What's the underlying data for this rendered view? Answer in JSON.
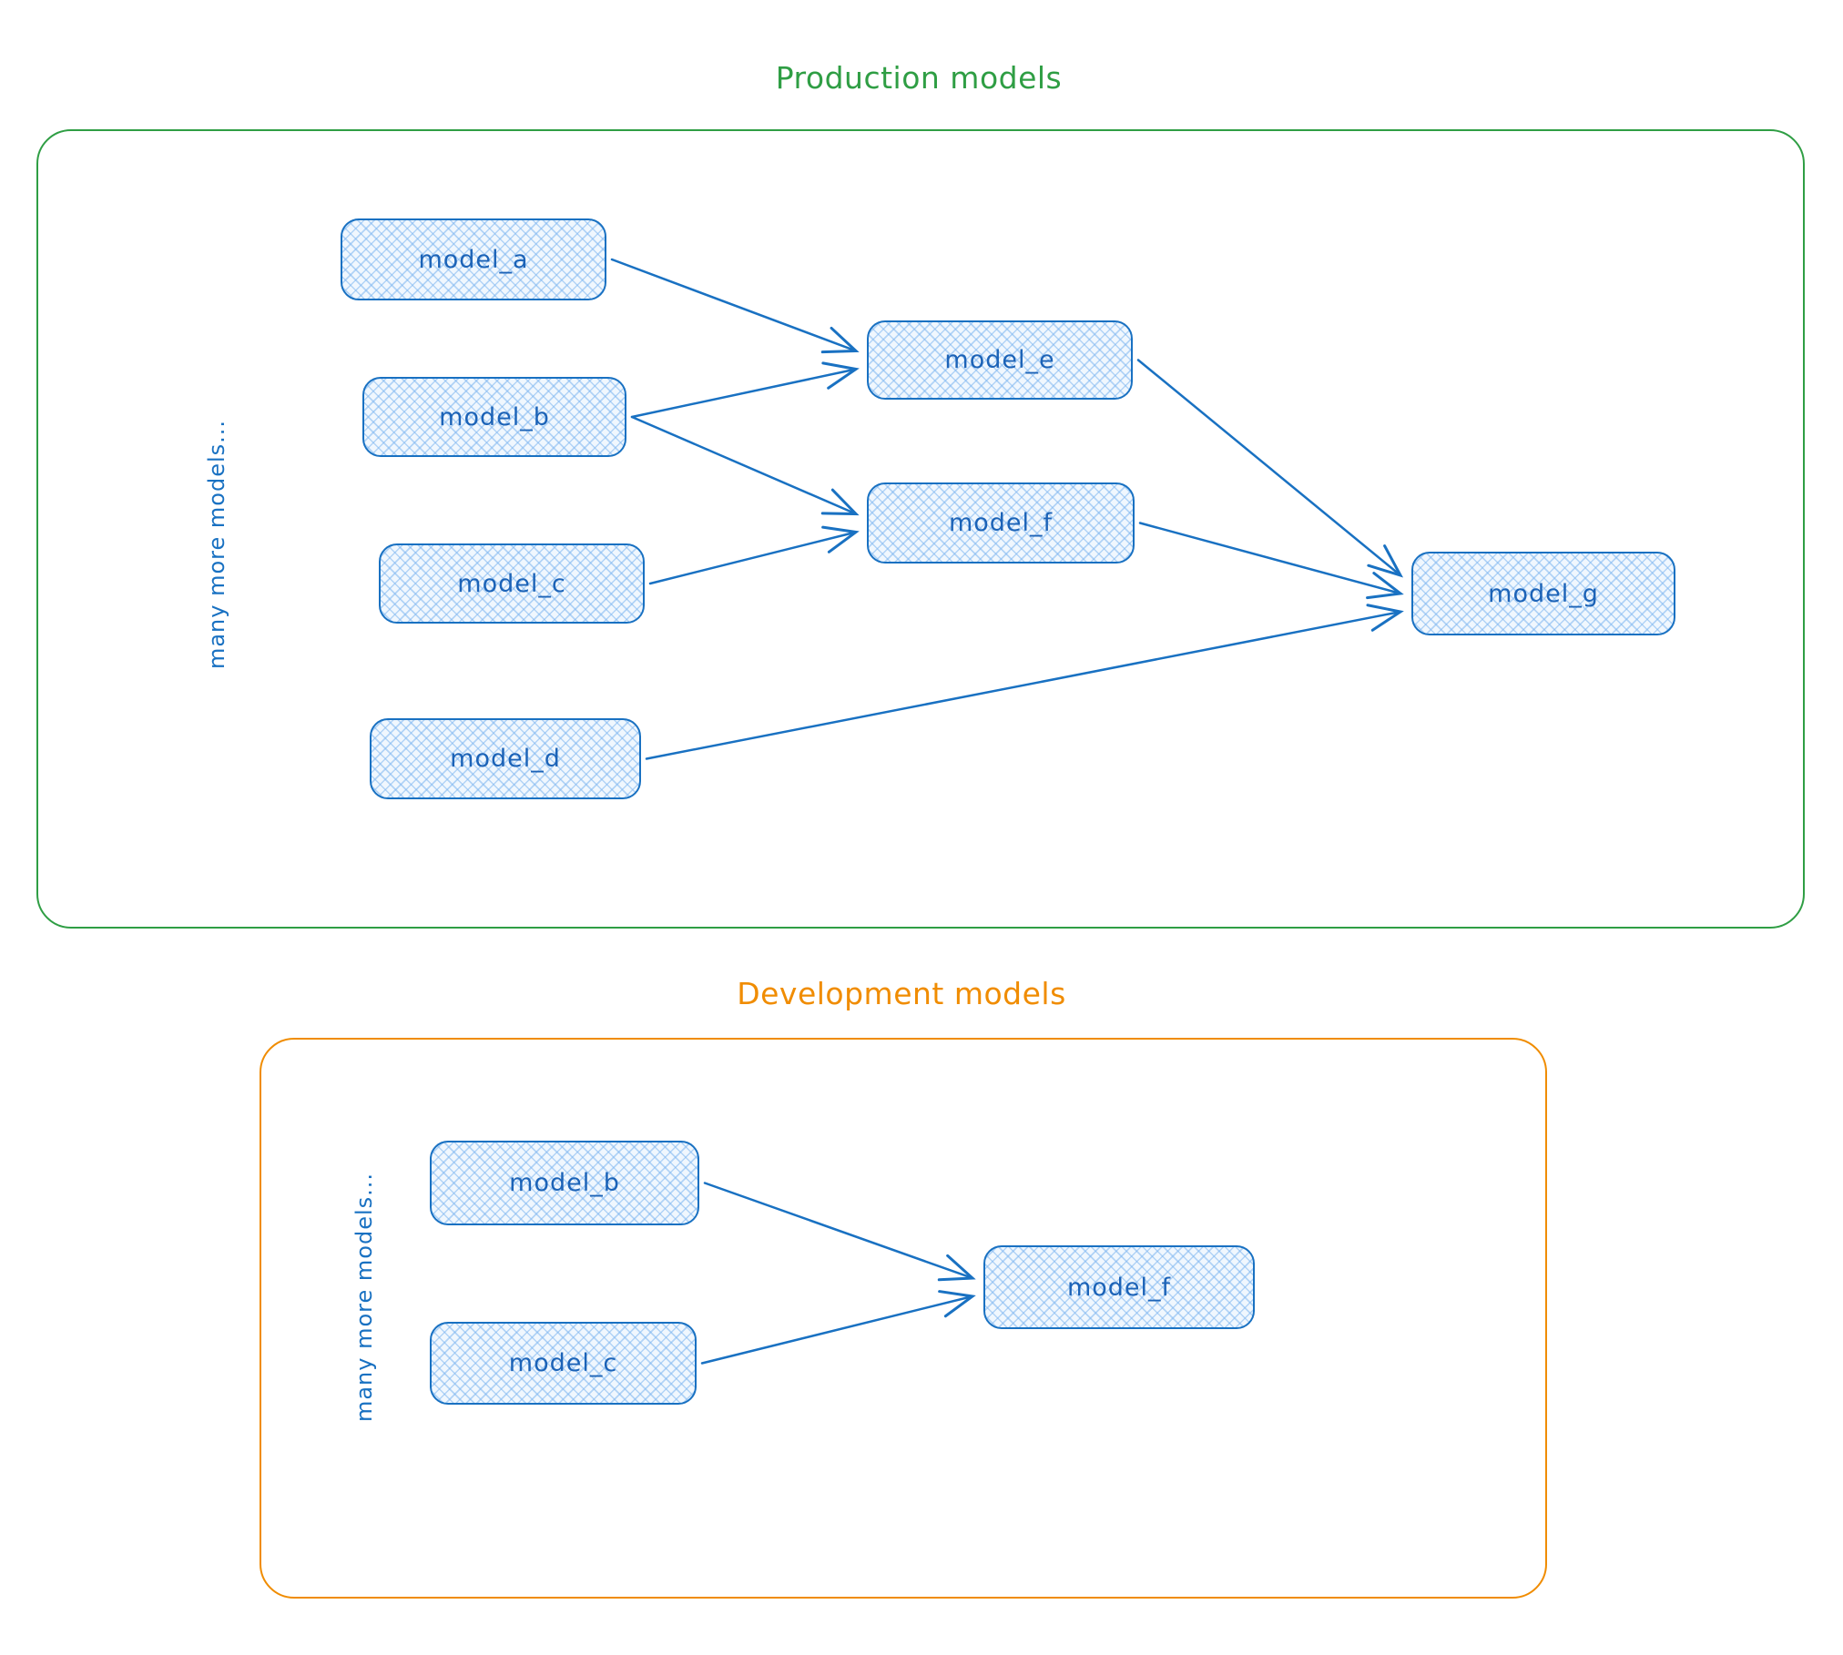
{
  "diagram": {
    "stroke_color": "#1971c2",
    "node_fill_color": "#a5d8ff",
    "production": {
      "title": "Production models",
      "accent_color": "#2f9e44",
      "side_label": "many more models...",
      "nodes": [
        {
          "id": "model_a",
          "label": "model_a"
        },
        {
          "id": "model_b",
          "label": "model_b"
        },
        {
          "id": "model_c",
          "label": "model_c"
        },
        {
          "id": "model_d",
          "label": "model_d"
        },
        {
          "id": "model_e",
          "label": "model_e"
        },
        {
          "id": "model_f",
          "label": "model_f"
        },
        {
          "id": "model_g",
          "label": "model_g"
        }
      ],
      "edges": [
        {
          "from": "model_a",
          "to": "model_e"
        },
        {
          "from": "model_b",
          "to": "model_e"
        },
        {
          "from": "model_b",
          "to": "model_f"
        },
        {
          "from": "model_c",
          "to": "model_f"
        },
        {
          "from": "model_e",
          "to": "model_g"
        },
        {
          "from": "model_f",
          "to": "model_g"
        },
        {
          "from": "model_d",
          "to": "model_g"
        }
      ]
    },
    "development": {
      "title": "Development models",
      "accent_color": "#f08c00",
      "side_label": "many more models...",
      "nodes": [
        {
          "id": "model_b",
          "label": "model_b"
        },
        {
          "id": "model_c",
          "label": "model_c"
        },
        {
          "id": "model_f",
          "label": "model_f"
        }
      ],
      "edges": [
        {
          "from": "model_b",
          "to": "model_f"
        },
        {
          "from": "model_c",
          "to": "model_f"
        }
      ]
    }
  }
}
